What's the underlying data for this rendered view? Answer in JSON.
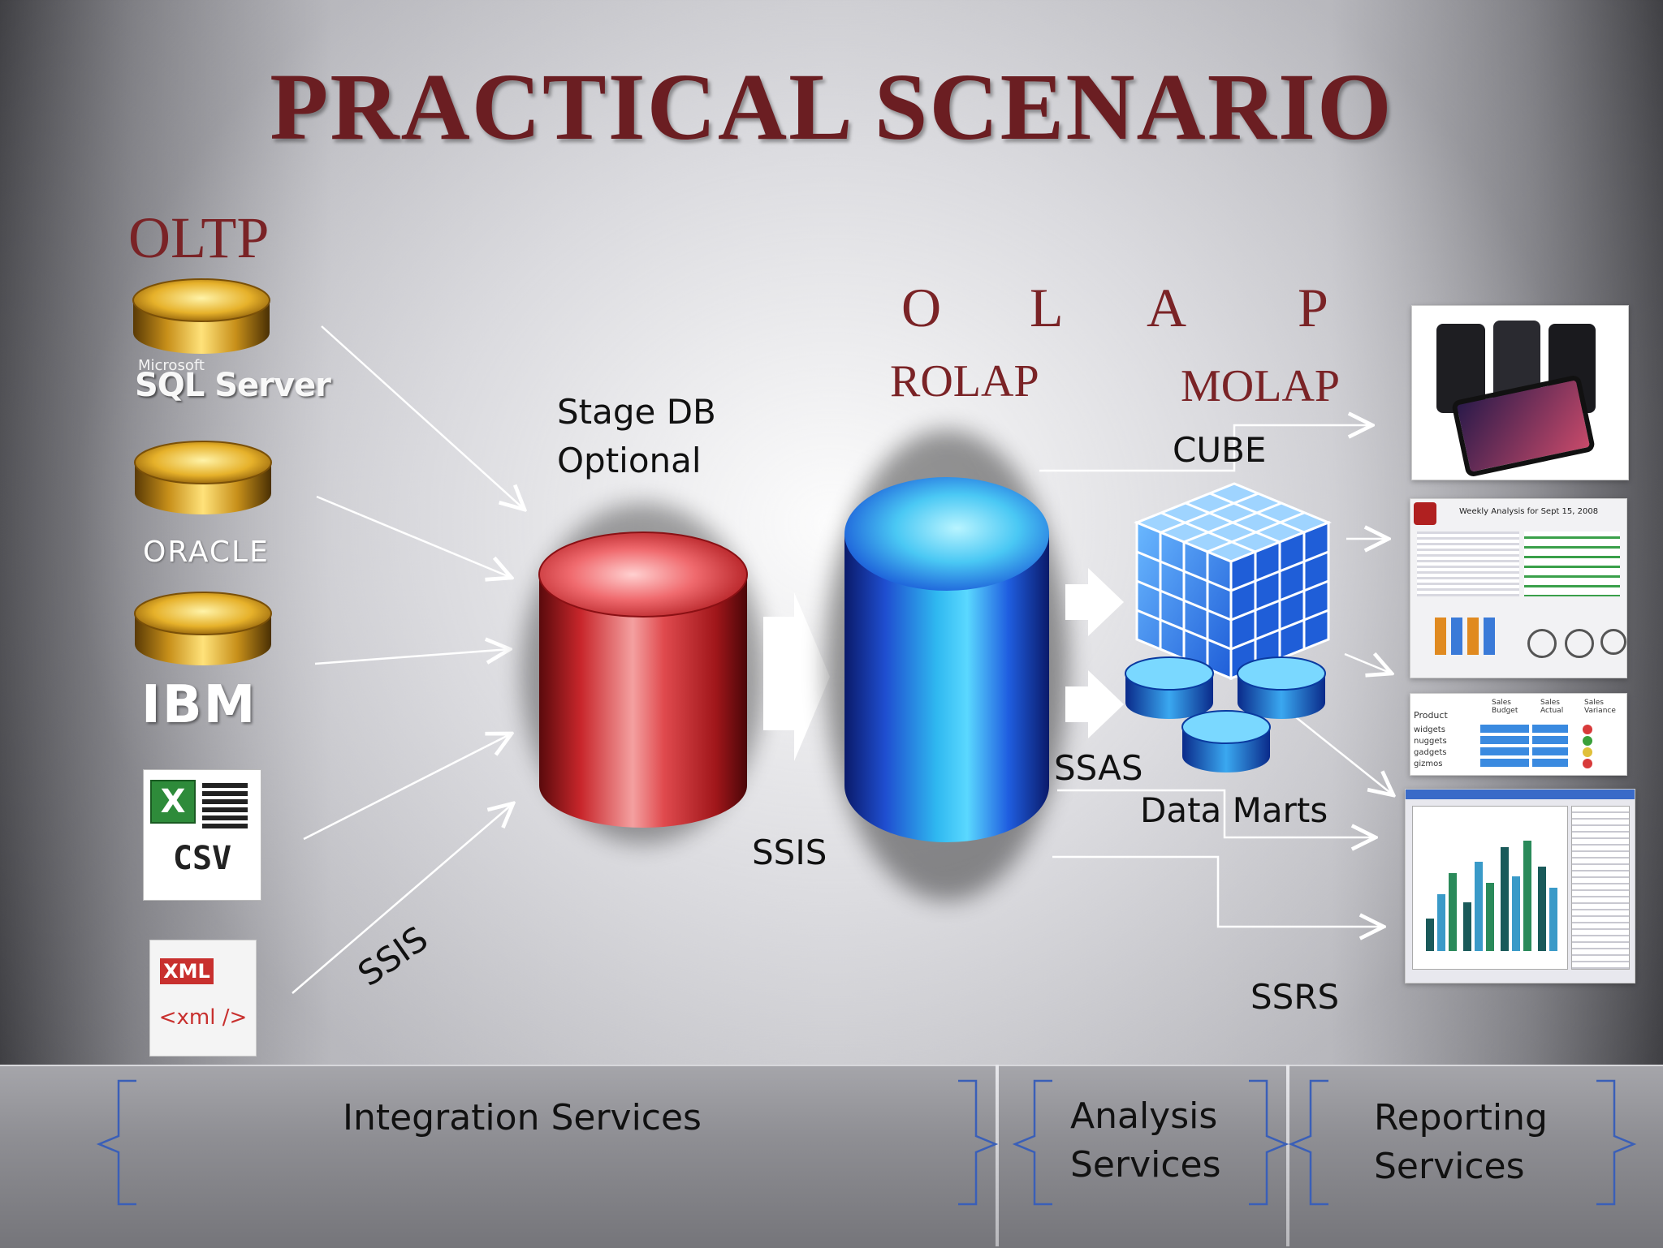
{
  "title": "PRACTICAL SCENARIO",
  "oltp": {
    "heading": "OLTP",
    "sources": [
      "SQL Server",
      "ORACLE",
      "IBM"
    ],
    "sql_server_brand": "Microsoft",
    "files": [
      "CSV",
      "XML",
      "<xml />"
    ]
  },
  "olap": {
    "letters": [
      "O",
      "L",
      "A",
      "P"
    ],
    "rolap": "ROLAP",
    "molap": "MOLAP"
  },
  "stage_db": {
    "line1": "Stage DB",
    "line2": "Optional"
  },
  "labels": {
    "ssis_diagonal": "SSIS",
    "ssis_arrow": "SSIS",
    "cube": "CUBE",
    "ssas": "SSAS",
    "data_marts": "Data Marts",
    "ssrs": "SSRS"
  },
  "services": {
    "integration": "Integration Services",
    "analysis_line1": "Analysis",
    "analysis_line2": "Services",
    "reporting_line1": "Reporting",
    "reporting_line2": "Services"
  },
  "report_thumbs": {
    "dashboard_title": "Weekly Analysis for Sept 15, 2008",
    "table_headers": [
      "Product",
      "Sales Budget",
      "Sales Actual",
      "Sales Variance"
    ],
    "table_rows": [
      "widgets",
      "nuggets",
      "gadgets",
      "gizmos"
    ]
  },
  "colors": {
    "title": "#6b1e22",
    "serif_red": "#7a2326",
    "stage_red": "#c8262b",
    "olap_blue": "#1f5ee0",
    "cube_blue": "#2f7fe8",
    "gold": "#d9a21a"
  }
}
